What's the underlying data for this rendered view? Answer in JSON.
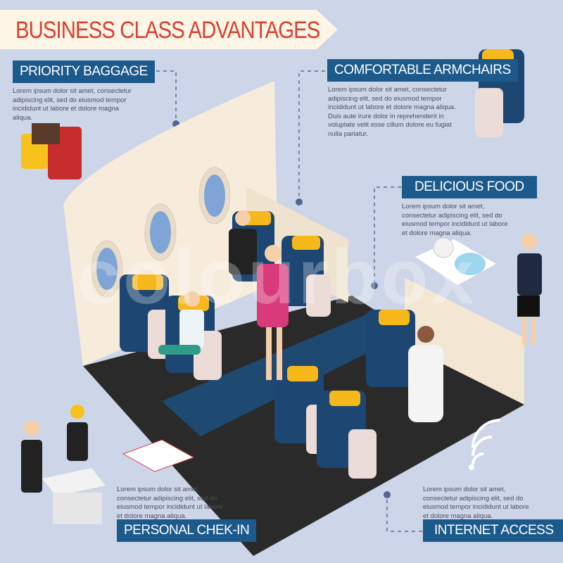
{
  "title": "BUSINESS CLASS ADVANTAGES",
  "watermark": "colourbox",
  "colors": {
    "background": "#cdd5e8",
    "label": "#1d5a8c",
    "title": "#d8402f",
    "banner": "#fdf5e6"
  },
  "sections": {
    "priority_baggage": {
      "label": "PRIORITY BAGGAGE",
      "text": "Lorem ipsum dolor sit amet, consectetur adipiscing elit, sed do eiusmod tempor incididunt ut labore et dolore magna aliqua."
    },
    "armchairs": {
      "label": "COMFORTABLE ARMCHAIRS",
      "text": "Lorem ipsum dolor sit amet, consectetur adipiscing elit, sed do eiusmod tempor incididunt ut labore et dolore magna aliqua.",
      "text2": "Duis aute irure dolor in reprehenderit in voluptate velit esse cillum dolore eu fugiat nulla pariatur."
    },
    "food": {
      "label": "DELICIOUS FOOD",
      "text": "Lorem ipsum dolor sit amet, consectetur adipiscing elit, sed do eiusmod tempor incididunt ut labore et dolore magna aliqua."
    },
    "checkin": {
      "label": "PERSONAL CHEK-IN",
      "text": "Lorem ipsum dolor sit amet, consectetur adipiscing elit, sed do eiusmod tempor incididunt ut labore et dolore magna aliqua."
    },
    "internet": {
      "label": "INTERNET ACCESS",
      "text": "Lorem ipsum dolor sit amet, consectetur adipiscing elit, sed do eiusmod tempor incididunt ut labore et dolore magna aliqua."
    }
  }
}
